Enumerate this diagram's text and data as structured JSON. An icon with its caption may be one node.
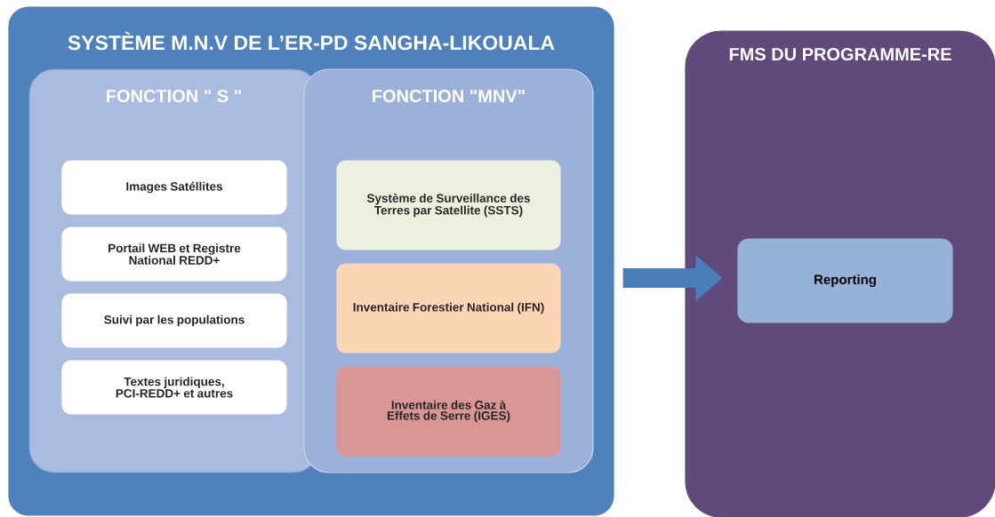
{
  "diagram": {
    "nodes": [
      {
        "text": [
          "SYSTÈME M.N.V DE L’ER-PD SANGHA-LIKOUALA"
        ]
      },
      {
        "text": [
          "FONCTION  \" S \""
        ],
        "in": 0
      },
      {
        "text": [
          "FONCTION  \"MNV\""
        ],
        "in": 0
      },
      {
        "text": [
          "Images Satéllites"
        ],
        "in": 1
      },
      {
        "text": [
          "Portail WEB  et Registre National REDD+"
        ],
        "in": 1
      },
      {
        "text": [
          "Suivi par les populations"
        ],
        "in": 1
      },
      {
        "text": [
          "Textes juridiques, PCI-REDD+ et autres"
        ],
        "in": 1
      },
      {
        "text": [
          "Système de Surveillance des Terres par Satellite (SSTS)"
        ],
        "in": 2
      },
      {
        "text": [
          "Inventaire Forestier National (IFN)"
        ],
        "in": 2
      },
      {
        "text": [
          "Inventaire des Gaz à Effets de Serre (IGES)"
        ],
        "in": 2
      },
      {
        "text": [
          "FMS DU PROGRAMME-RE"
        ]
      },
      {
        "text": [
          "Reporting"
        ],
        "in": 10
      }
    ],
    "edges": [
      {
        "from": 0,
        "to": 10,
        "arrow": "to"
      }
    ]
  }
}
